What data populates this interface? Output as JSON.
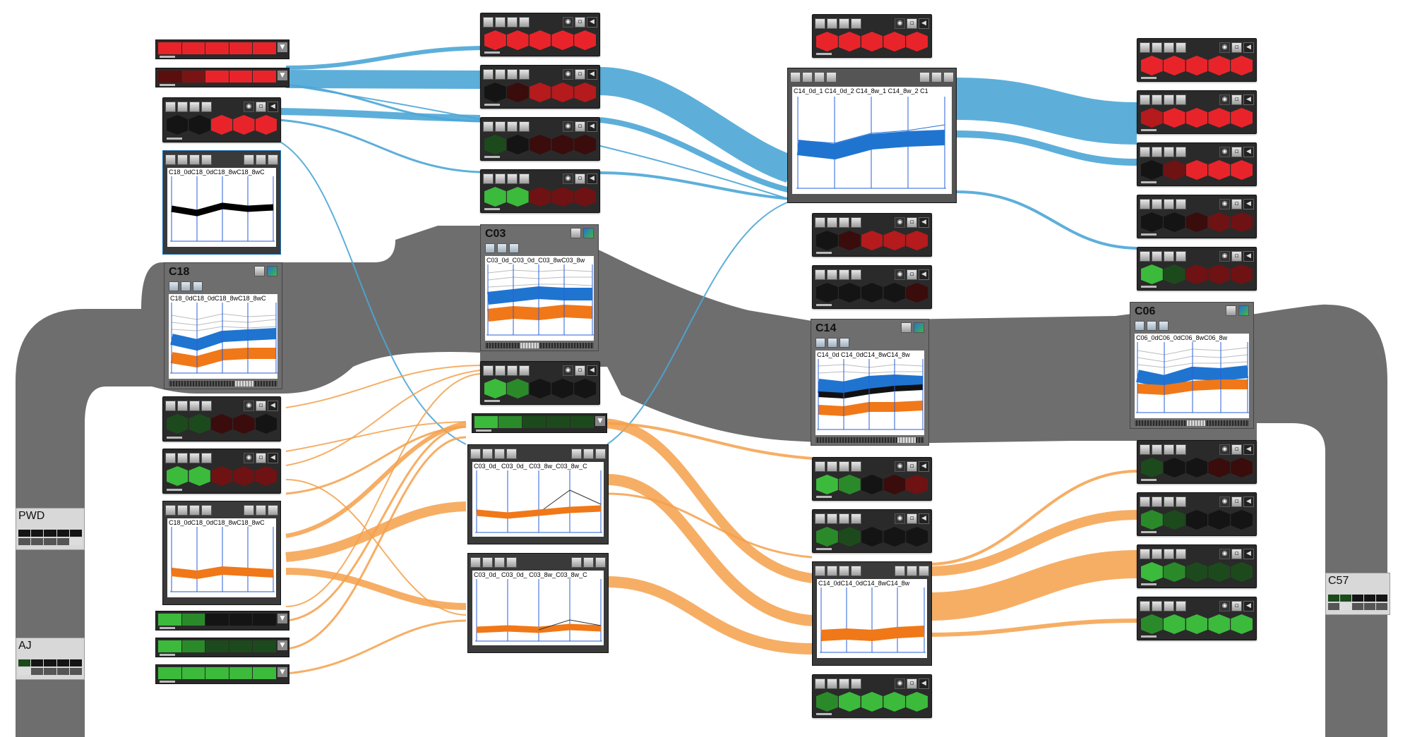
{
  "colors": {
    "band": "#6e6e6e",
    "blue_flow": "#4ba6d6",
    "orange_flow": "#f5a04a",
    "node_bg": "#2a2a2a",
    "plot_blue_line": "#2a5fd8",
    "red_cell": "#e8242a",
    "dark_red_cell": "#6f1213",
    "black_cell": "#141414",
    "dark_green_cell": "#1c4a1c",
    "green_cell": "#3cba3c"
  },
  "icons": {
    "toolbar": [
      "chart-icon",
      "hierarchy-icon",
      "list-icon",
      "table-icon",
      "circle-icon",
      "save-icon",
      "collapse-arrow-icon"
    ]
  },
  "groups": [
    {
      "id": "C18",
      "title": "C18",
      "header": "C18_0dC18_0dC18_8wC18_8wC"
    },
    {
      "id": "C03",
      "title": "C03",
      "header": "C03_0d_C03_0d_C03_8wC03_8w"
    },
    {
      "id": "C14",
      "title": "C14",
      "header": "C14_0d C14_0dC14_8wC14_8w"
    },
    {
      "id": "C06",
      "title": "C06",
      "header": "C06_0dC06_0dC06_8wC06_8w"
    }
  ],
  "plot_nodes": [
    {
      "id": "c18_blue",
      "header": "C18_0dC18_0dC18_8wC18_8wC"
    },
    {
      "id": "c14_blue",
      "header": "C14_0d_1 C14_0d_2 C14_8w_1 C14_8w_2 C1"
    },
    {
      "id": "c18_orange",
      "header": "C18_0dC18_0dC18_8wC18_8wC"
    },
    {
      "id": "c03_orange1",
      "header": "C03_0d_ C03_0d_ C03_8w_C03_8w_C"
    },
    {
      "id": "c03_orange2",
      "header": "C03_0d_ C03_0d_ C03_8w_C03_8w_C"
    },
    {
      "id": "c14_orange",
      "header": "C14_0dC14_0dC14_8wC14_8w"
    }
  ],
  "leaves": [
    {
      "id": "pwd",
      "label": "PWD"
    },
    {
      "id": "aj",
      "label": "AJ"
    },
    {
      "id": "c57",
      "label": "C57"
    }
  ]
}
